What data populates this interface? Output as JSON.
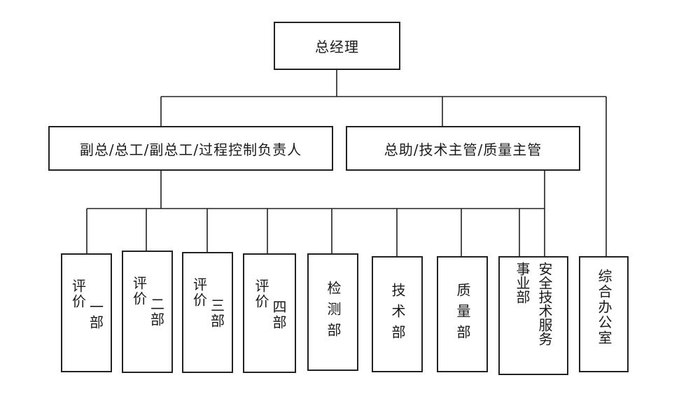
{
  "nodes": {
    "gm": "总经理",
    "deputy": "副总/总工/副总工/过程控制负责人",
    "assistant": "总助/技术主管/质量主管",
    "eval1_top": "评价",
    "eval1_bottom": "一部",
    "eval2_top": "评价",
    "eval2_bottom": "二部",
    "eval3_top": "评价",
    "eval3_bottom": "三部",
    "eval4_top": "评价",
    "eval4_bottom": "四部",
    "testing": "检测部",
    "tech": "技术部",
    "quality": "质量部",
    "safety_a": "安全技术服务",
    "safety_b": "事业部",
    "office": "综合办公室"
  }
}
